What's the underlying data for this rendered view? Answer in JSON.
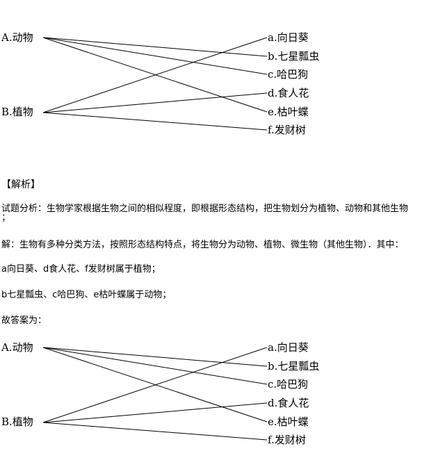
{
  "diagrams": [
    {
      "left": [
        "A.动物",
        "B.植物"
      ],
      "right": [
        "a.向日葵",
        "b.七星瓢虫",
        "c.哈巴狗",
        "d.食人花",
        "e.枯叶蝶",
        "f.发财树"
      ],
      "connections": [
        [
          0,
          1
        ],
        [
          0,
          2
        ],
        [
          0,
          4
        ],
        [
          1,
          0
        ],
        [
          1,
          3
        ],
        [
          1,
          5
        ]
      ]
    },
    {
      "left": [
        "A.动物",
        "B.植物"
      ],
      "right": [
        "a.向日葵",
        "b.七星瓢虫",
        "c.哈巴狗",
        "d.食人花",
        "e.枯叶蝶",
        "f.发财树"
      ],
      "connections": [
        [
          0,
          1
        ],
        [
          0,
          2
        ],
        [
          0,
          4
        ],
        [
          1,
          0
        ],
        [
          1,
          3
        ],
        [
          1,
          5
        ]
      ]
    }
  ],
  "analysis": {
    "heading": "【解析】",
    "p1_line1": "试题分析：生物学家根据生物之间的相似程度，即根据形态结构，把生物划分为植物、动物和其他生物",
    "p1_line2": "；",
    "p2": "解：生物有多种分类方法，按照形态结构特点，将生物分为动物、植物、微生物（其他生物）．其中：",
    "p3": "a向日葵、d食人花、f发财树属于植物；",
    "p4": "b七星瓢虫、c哈巴狗、e枯叶蝶属于动物；",
    "p5": "故答案为："
  }
}
